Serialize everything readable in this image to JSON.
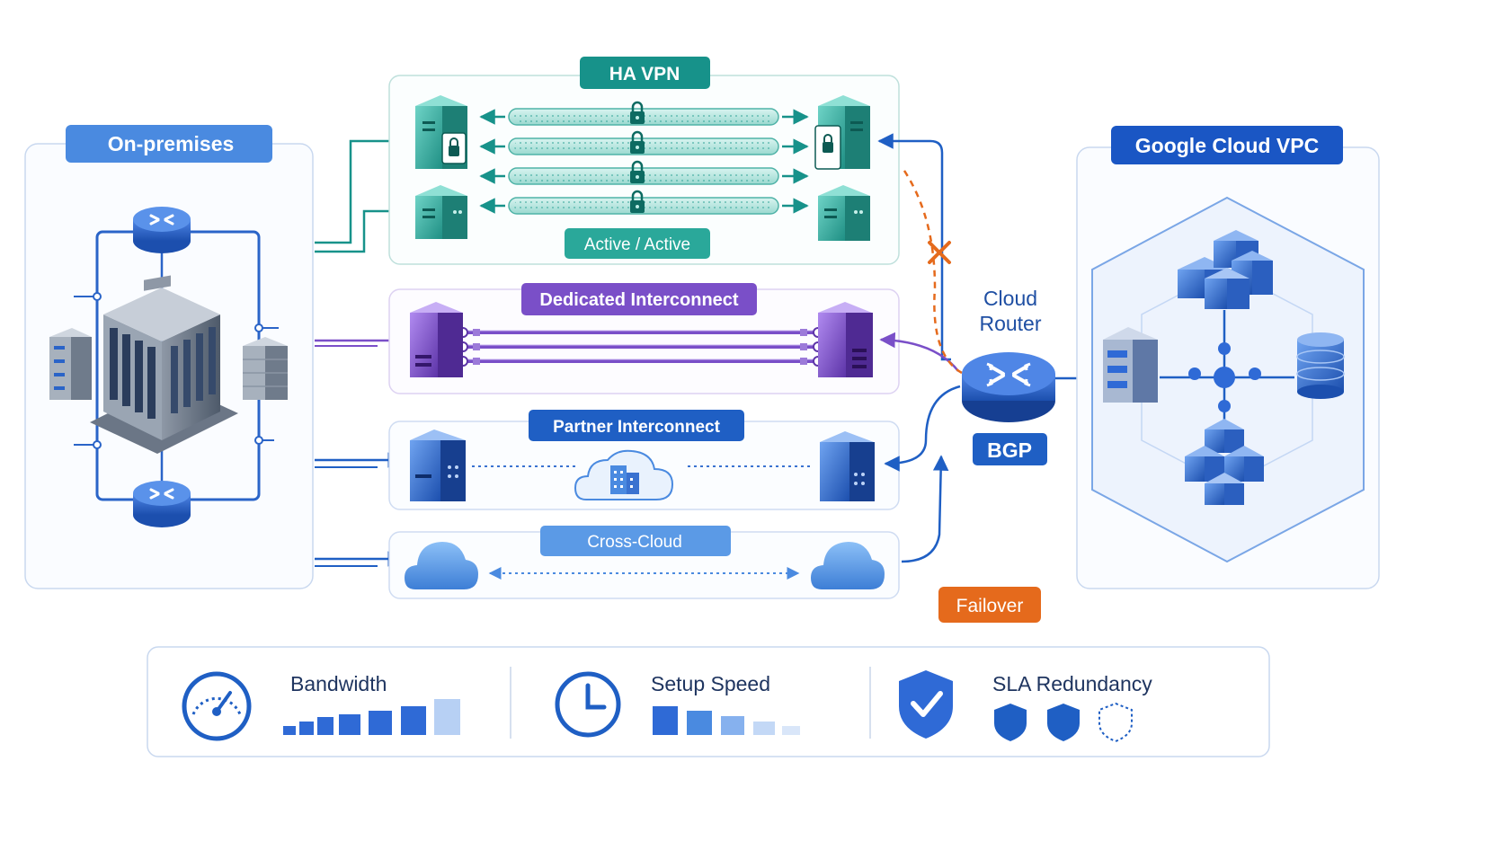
{
  "regions": {
    "onprem": "On-premises",
    "gcp": "Google Cloud VPC"
  },
  "connections": {
    "ha_vpn": {
      "title": "HA VPN",
      "mode": "Active / Active",
      "tunnels": 4
    },
    "dedicated": {
      "title": "Dedicated Interconnect",
      "links": 3
    },
    "partner": {
      "title": "Partner Interconnect"
    },
    "cross_cloud": {
      "title": "Cross-Cloud"
    }
  },
  "router": {
    "line1": "Cloud",
    "line2": "Router",
    "protocol": "BGP"
  },
  "failover": "Failover",
  "metrics": {
    "bandwidth": {
      "label": "Bandwidth",
      "icon": "speedometer-icon"
    },
    "setup": {
      "label": "Setup Speed",
      "icon": "clock-icon"
    },
    "sla": {
      "label": "SLA Redundancy",
      "icon": "shield-check-icon"
    }
  },
  "colors": {
    "onprem_blue": "#3b7fd6",
    "gcp_blue": "#1a56c4",
    "vpn_teal": "#17928a",
    "dedicated_purple": "#7a4fc8",
    "partner_blue": "#1f5fc4",
    "crosscloud_blue": "#5b9ae6",
    "failover_orange": "#e56a1c"
  }
}
